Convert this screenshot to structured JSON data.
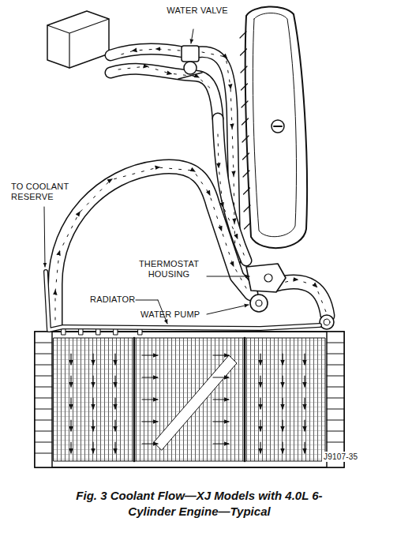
{
  "diagram": {
    "caption": "Fig. 3 Coolant Flow—XJ Models with 4.0L 6-Cylinder Engine—Typical",
    "labels": [
      "WATER VALVE",
      "TO COOLANT RESERVE",
      "THERMOSTAT HOUSING",
      "RADIATOR",
      "WATER PUMP",
      "J9107-35"
    ]
  }
}
